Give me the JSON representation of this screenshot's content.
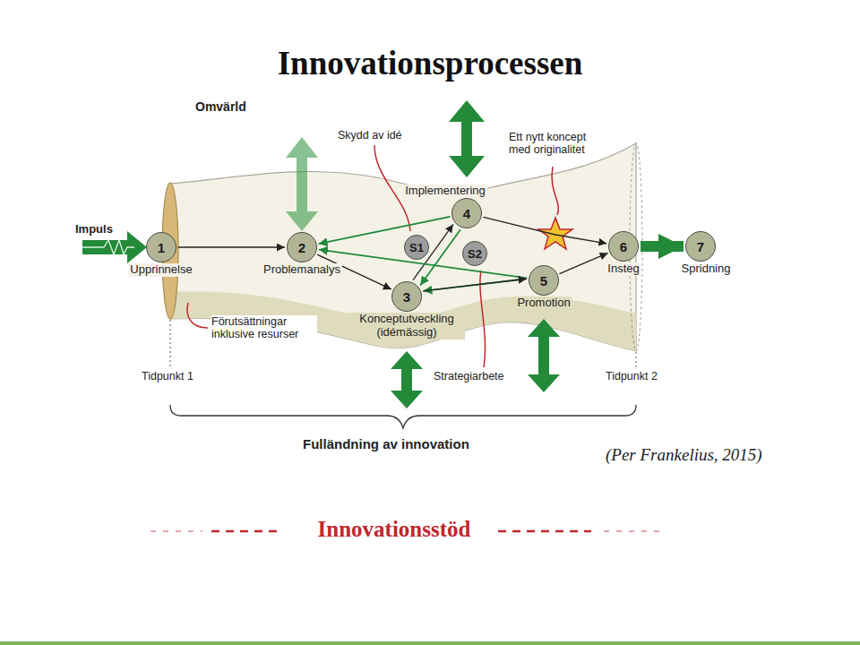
{
  "diagram": {
    "title": "Innovationsprocessen",
    "nodes": [
      {
        "text": [
          "1",
          "Upprinnelse"
        ]
      },
      {
        "text": [
          "2",
          "Problemanalys"
        ]
      },
      {
        "text": [
          "3",
          "Konceptutveckling (idémässig)"
        ]
      },
      {
        "text": [
          "4",
          "Implementering"
        ]
      },
      {
        "text": [
          "5",
          "Promotion"
        ]
      },
      {
        "text": [
          "6",
          "Insteg"
        ]
      },
      {
        "text": [
          "7",
          "Spridning"
        ]
      },
      {
        "text": [
          "S1"
        ]
      },
      {
        "text": [
          "S2"
        ]
      }
    ],
    "edges": [
      {
        "from": 0,
        "to": 1,
        "arrow": "to"
      },
      {
        "from": 1,
        "to": 2,
        "arrow": "to"
      },
      {
        "from": 2,
        "to": 3,
        "arrow": "to"
      },
      {
        "from": 3,
        "to": 1,
        "arrow": "to"
      },
      {
        "from": 3,
        "to": 2,
        "arrow": "to"
      },
      {
        "from": 4,
        "to": 1,
        "arrow": "to"
      },
      {
        "from": 4,
        "to": 2,
        "arrow": "to"
      },
      {
        "from": 2,
        "to": 4,
        "arrow": "to"
      },
      {
        "from": 3,
        "to": 5,
        "arrow": "to"
      },
      {
        "from": 4,
        "to": 5,
        "arrow": "to"
      },
      {
        "from": 5,
        "to": 6,
        "arrow": "to"
      }
    ],
    "labels": [
      "Omvärld",
      "Impuls",
      "Skydd av idé",
      "Ett nytt koncept med originalitet",
      "Förutsättningar inklusive resurser",
      "Strategiarbete",
      "Tidpunkt 1",
      "Tidpunkt 2",
      "Fulländning av innovation",
      "(Per Frankelius, 2015)",
      "Innovationsstöd"
    ]
  }
}
